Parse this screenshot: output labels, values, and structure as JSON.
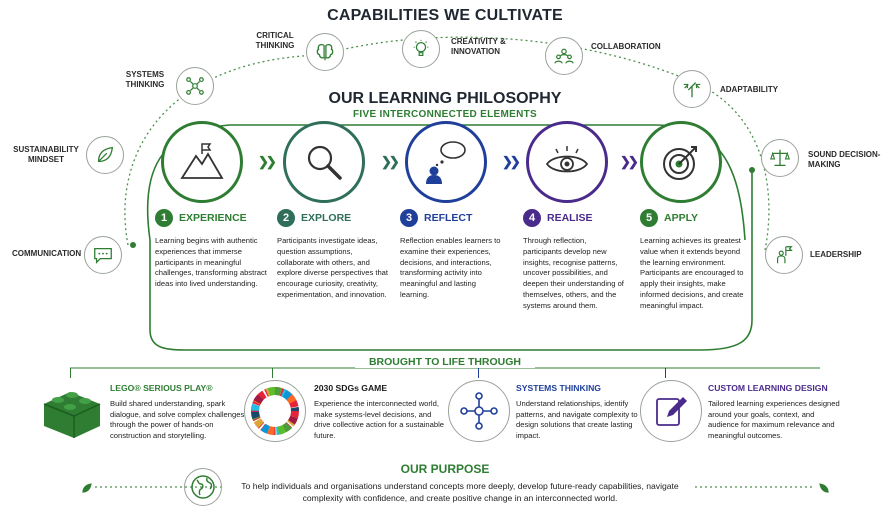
{
  "title": "CAPABILITIES WE CULTIVATE",
  "capabilities": [
    {
      "label": "CRITICAL THINKING",
      "icon": "brain-icon"
    },
    {
      "label": "CREATIVITY & INNOVATION",
      "icon": "lightbulb-icon"
    },
    {
      "label": "COLLABORATION",
      "icon": "people-icon"
    },
    {
      "label": "SYSTEMS THINKING",
      "icon": "network-icon"
    },
    {
      "label": "ADAPTABILITY",
      "icon": "arrows-icon"
    },
    {
      "label": "SUSTAINABILITY MINDSET",
      "icon": "leaf-icon"
    },
    {
      "label": "SOUND DECISION-MAKING",
      "icon": "scales-icon"
    },
    {
      "label": "COMMUNICATION",
      "icon": "speech-bubble-icon"
    },
    {
      "label": "LEADERSHIP",
      "icon": "flag-person-icon"
    }
  ],
  "philosophy": {
    "title": "OUR LEARNING PHILOSOPHY",
    "subtitle": "FIVE INTERCONNECTED ELEMENTS"
  },
  "elements": [
    {
      "num": "1",
      "title": "EXPERIENCE",
      "color": "#2e7d32",
      "icon": "mountain-flag-icon",
      "body": "Learning begins with authentic experiences that immerse participants in meaningful challenges, transforming abstract ideas into lived understanding."
    },
    {
      "num": "2",
      "title": "EXPLORE",
      "color": "#2e6e5a",
      "icon": "magnifier-icon",
      "body": "Participants investigate ideas, question assumptions, collaborate with others, and explore diverse perspectives that encourage curiosity, creativity, experimentation, and innovation."
    },
    {
      "num": "3",
      "title": "REFLECT",
      "color": "#1f3f9a",
      "icon": "thinking-person-icon",
      "body": "Reflection enables learners to examine their experiences, decisions, and interactions, transforming activity into meaningful and lasting learning."
    },
    {
      "num": "4",
      "title": "REALISE",
      "color": "#4a2b8c",
      "icon": "eye-icon",
      "body": "Through reflection, participants develop new insights, recognise patterns, uncover possibilities, and deepen their understanding of themselves, others, and the systems around them."
    },
    {
      "num": "5",
      "title": "APPLY",
      "color": "#2e7d32",
      "icon": "target-icon",
      "body": "Learning achieves its greatest value when it extends beyond the learning environment. Participants are encouraged to apply their insights, make informed decisions, and create meaningful impact."
    }
  ],
  "brought": "BROUGHT TO LIFE THROUGH",
  "methods": [
    {
      "title": "LEGO® SERIOUS PLAY®",
      "color": "#2e7d32",
      "icon": "lego-brick-icon",
      "body": "Build shared understanding, spark dialogue, and solve complex challenges through the power of hands-on construction and storytelling."
    },
    {
      "title": "2030 SDGs GAME",
      "color": "#1a1a1a",
      "icon": "sdg-wheel-icon",
      "body": "Experience the interconnected world, make systems-level decisions, and drive collective action for a sustainable future."
    },
    {
      "title": "SYSTEMS THINKING",
      "color": "#1f3f9a",
      "icon": "network-icon",
      "body": "Understand relationships, identify patterns, and navigate complexity to design solutions that create lasting impact."
    },
    {
      "title": "CUSTOM LEARNING DESIGN",
      "color": "#4a2b8c",
      "icon": "pencil-icon",
      "body": "Tailored learning experiences designed around your goals, context, and audience for maximum relevance and meaningful outcomes."
    }
  ],
  "purpose": {
    "title": "OUR PURPOSE",
    "text": "To help individuals and organisations understand concepts more deeply, develop future-ready capabilities, navigate complexity with confidence, and create positive change in an interconnected world.",
    "icon": "globe-icon"
  }
}
